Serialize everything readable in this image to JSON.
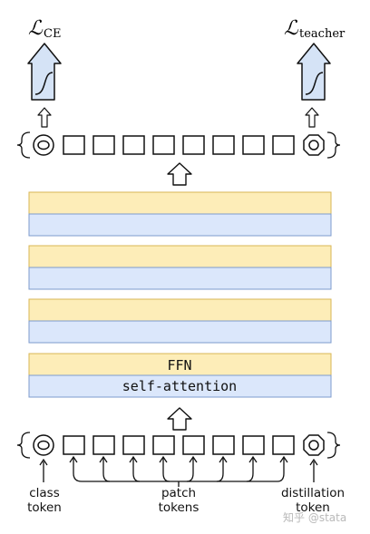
{
  "losses": {
    "ce": {
      "script": "ℒ",
      "sub": "CE"
    },
    "teacher": {
      "script": "ℒ",
      "sub": "teacher"
    }
  },
  "blocks": {
    "ffn_label": "FFN",
    "self_attention_label": "self-attention"
  },
  "labels": {
    "class_token": [
      "class",
      "token"
    ],
    "patch_tokens": [
      "patch",
      "tokens"
    ],
    "distillation_token": [
      "distillation",
      "token"
    ]
  },
  "watermark": "知乎 @stata",
  "colors": {
    "ffn_fill": "#fdedb8",
    "ffn_stroke": "#d8b655",
    "attention_fill": "#dbe7fb",
    "attention_stroke": "#7d9bcc",
    "loss_fill": "#d5e3f6",
    "line": "#111111"
  }
}
